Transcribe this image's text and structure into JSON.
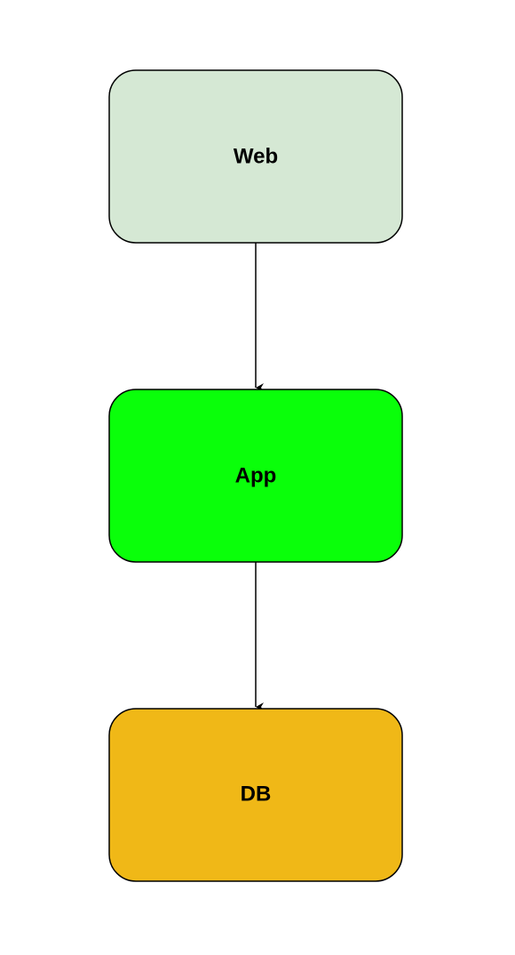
{
  "diagram": {
    "nodes": [
      {
        "id": "web",
        "label": "Web",
        "fill": "#d5e8d4"
      },
      {
        "id": "app",
        "label": "App",
        "fill": "#0aff0a"
      },
      {
        "id": "db",
        "label": "DB",
        "fill": "#f0b817"
      }
    ],
    "edges": [
      {
        "from": "web",
        "to": "app"
      },
      {
        "from": "app",
        "to": "db"
      }
    ]
  }
}
